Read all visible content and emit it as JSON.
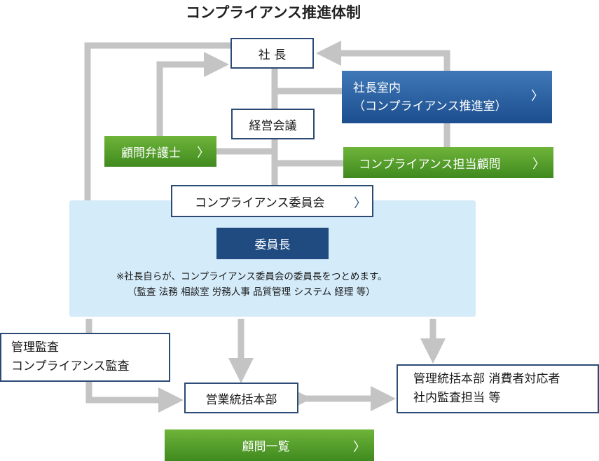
{
  "title": "コンプライアンス推進体制",
  "nodes": {
    "president": "社 長",
    "presidents_office_line1": "社長室内",
    "presidents_office_line2": "（コンプライアンス推進室）",
    "management_meeting": "経営会議",
    "legal_advisor": "顧問弁護士",
    "compliance_advisor": "コンプライアンス担当顧問",
    "compliance_committee": "コンプライアンス委員会",
    "chairperson": "委員長",
    "committee_note_line1": "※社長自らが、コンプライアンス委員会の委員長をつとめます。",
    "committee_note_line2": "（監査 法務 相談室 労務人事 品質管理 システム 経理 等）",
    "audit_line1": "管理監査",
    "audit_line2": "コンプライアンス監査",
    "sales_hq": "営業統括本部",
    "mgmt_hq_line1": "管理統括本部 消費者対応者",
    "mgmt_hq_line2": "社内監査担当 等",
    "advisor_list": "顧問一覧"
  },
  "chevron": "〉",
  "colors": {
    "connector": "#c4c4c4",
    "box_border": "#2b4a75",
    "navy": "#1f4b80",
    "green": "#4f9a2a",
    "panel": "#d4ebf9"
  }
}
